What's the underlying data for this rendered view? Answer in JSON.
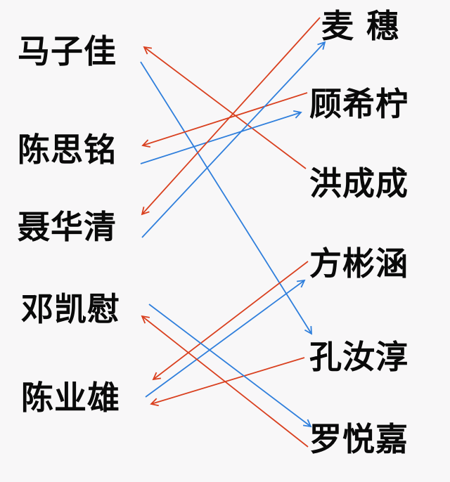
{
  "left_names": [
    "马子佳",
    "陈思铭",
    "聂华清",
    "邓凯慰",
    "陈业雄"
  ],
  "right_names": [
    "麦 穗",
    "顾希柠",
    "洪成成",
    "方彬涵",
    "孔汝淳",
    "罗悦嘉"
  ],
  "colors": {
    "red": "#d9401f",
    "blue": "#2f7fdc"
  },
  "arrows": [
    {
      "from": "洪成成",
      "to": "马子佳",
      "color": "red"
    },
    {
      "from": "马子佳",
      "to": "孔汝淳",
      "color": "blue"
    },
    {
      "from": "顾希柠",
      "to": "陈思铭",
      "color": "red"
    },
    {
      "from": "陈思铭",
      "to": "顾希柠",
      "color": "blue"
    },
    {
      "from": "麦 穗",
      "to": "聂华清",
      "color": "red"
    },
    {
      "from": "聂华清",
      "to": "麦 穗",
      "color": "blue"
    },
    {
      "from": "方彬涵",
      "to": "陈业雄",
      "color": "red"
    },
    {
      "from": "陈业雄",
      "to": "方彬涵",
      "color": "blue"
    },
    {
      "from": "孔汝淳",
      "to": "陈业雄",
      "color": "red"
    },
    {
      "from": "邓凯慰",
      "to": "罗悦嘉",
      "color": "blue"
    },
    {
      "from": "罗悦嘉",
      "to": "邓凯慰",
      "color": "red"
    }
  ]
}
